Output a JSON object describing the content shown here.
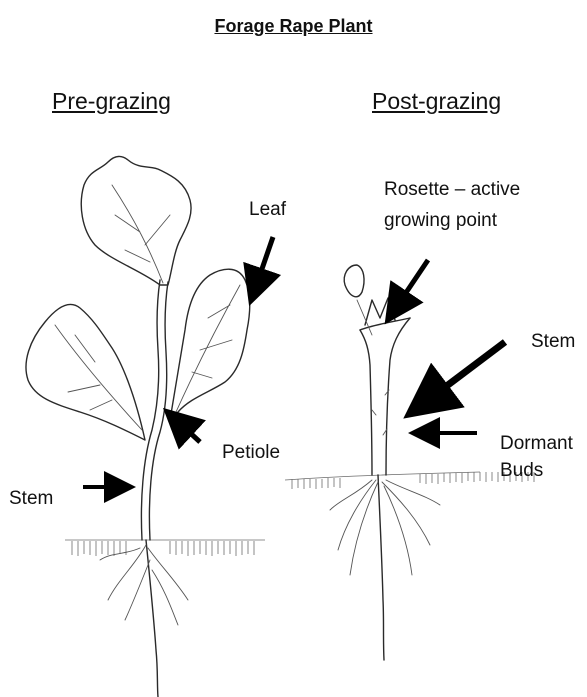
{
  "title": "Forage Rape Plant",
  "pre": {
    "heading": "Pre-grazing",
    "labels": {
      "leaf": "Leaf",
      "petiole": "Petiole",
      "stem": "Stem"
    }
  },
  "post": {
    "heading": "Post-grazing",
    "labels": {
      "rosette_line1": "Rosette – active",
      "rosette_line2": "growing point",
      "stem": "Stem",
      "dormant_line1": "Dormant",
      "dormant_line2": "Buds"
    }
  }
}
